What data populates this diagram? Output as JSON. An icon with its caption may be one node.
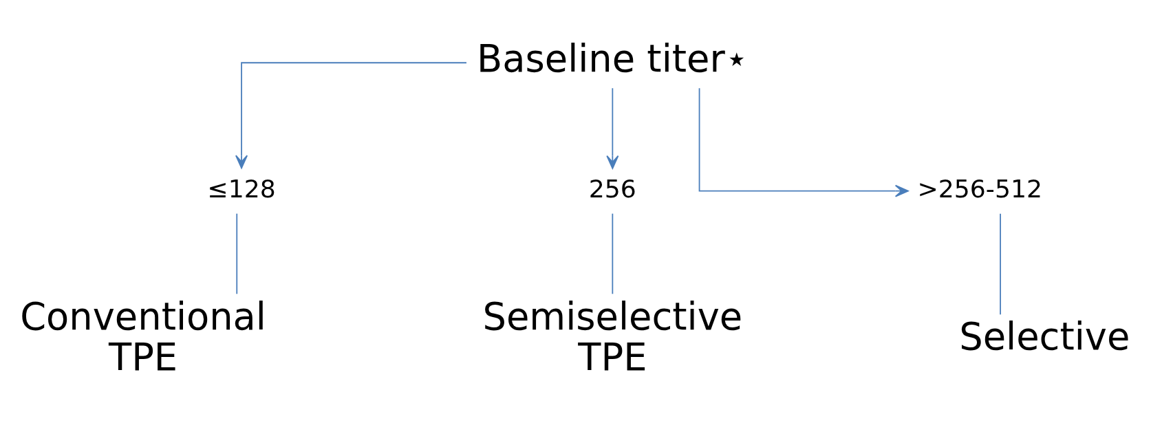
{
  "diagram": {
    "nodes": [
      {
        "text": [
          "Baseline titer⋆"
        ]
      },
      {
        "text": [
          "≤128"
        ]
      },
      {
        "text": [
          "256"
        ]
      },
      {
        "text": [
          ">256-512"
        ]
      },
      {
        "text": [
          "Conventional TPE"
        ]
      },
      {
        "text": [
          "Semiselective TPE"
        ]
      },
      {
        "text": [
          "Selective"
        ]
      }
    ],
    "edges": [
      {
        "from": 0,
        "to": 1,
        "arrow": "to"
      },
      {
        "from": 0,
        "to": 2,
        "arrow": "to"
      },
      {
        "from": 0,
        "to": 3,
        "arrow": "to"
      },
      {
        "from": 1,
        "to": 4,
        "arrow": "none"
      },
      {
        "from": 2,
        "to": 5,
        "arrow": "none"
      },
      {
        "from": 3,
        "to": 6,
        "arrow": "none"
      }
    ]
  }
}
